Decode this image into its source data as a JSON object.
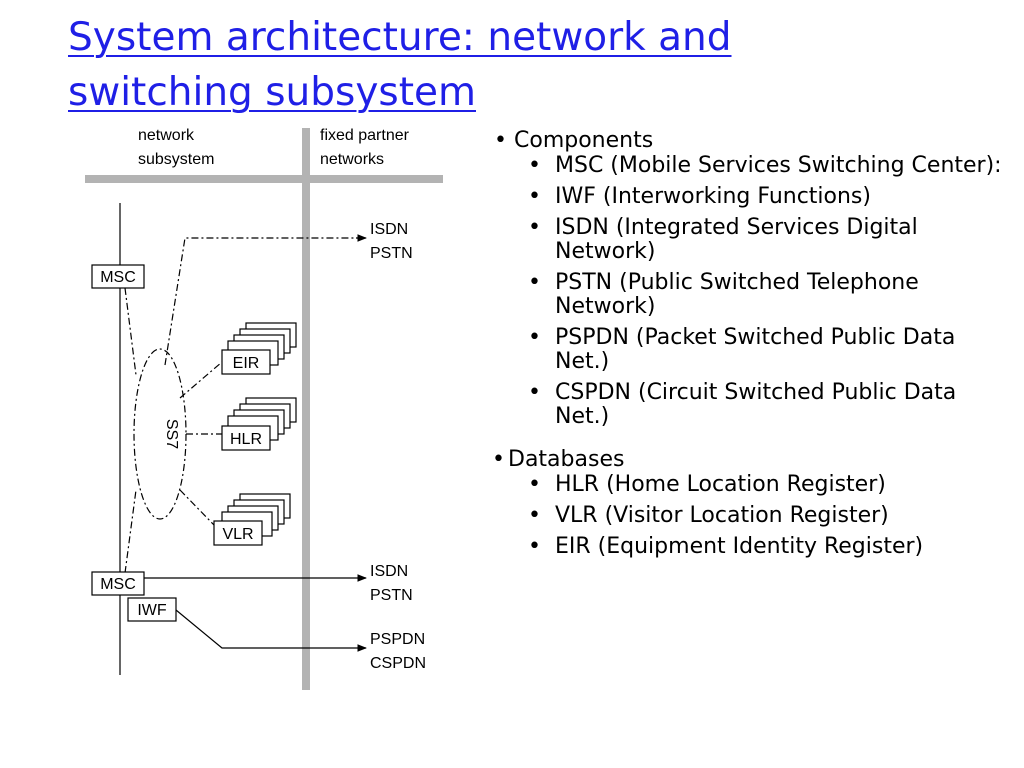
{
  "title": {
    "line1": "System architecture: network and",
    "line2": "switching subsystem"
  },
  "diagram": {
    "labels": {
      "network_subsystem_1": "network",
      "network_subsystem_2": "subsystem",
      "fixed_partner_1": "fixed partner",
      "fixed_partner_2": "networks",
      "ss7": "SS7"
    },
    "boxes": {
      "msc_top": "MSC",
      "msc_bottom": "MSC",
      "eir": "EIR",
      "hlr": "HLR",
      "vlr": "VLR",
      "iwf": "IWF"
    },
    "targets": {
      "isdn_1": "ISDN",
      "pstn_1": "PSTN",
      "isdn_2": "ISDN",
      "pstn_2": "PSTN",
      "pspdn": "PSPDN",
      "cspdn": "CSPDN"
    }
  },
  "bullets": {
    "components": {
      "heading": "Components",
      "items": [
        "MSC (Mobile Services Switching Center):",
        "IWF (Interworking Functions)",
        "ISDN (Integrated Services Digital Network)",
        "PSTN (Public Switched Telephone Network)",
        "PSPDN (Packet Switched Public Data Net.)",
        "CSPDN (Circuit Switched Public Data Net.)"
      ]
    },
    "databases": {
      "heading": "Databases",
      "items": [
        "HLR (Home Location Register)",
        "VLR (Visitor Location Register)",
        "EIR (Equipment Identity Register)"
      ]
    }
  }
}
